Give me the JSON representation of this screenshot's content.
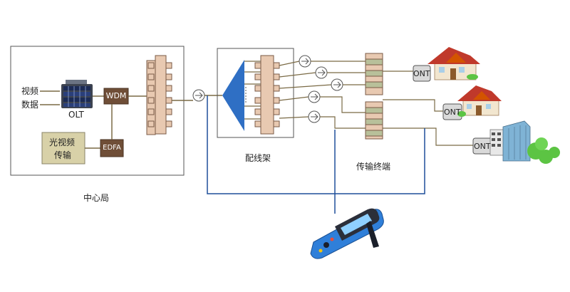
{
  "labels": {
    "video": "视频",
    "data": "数据",
    "olt": "OLT",
    "wdm": "WDM",
    "optical_video": "光视频",
    "transmission": "传输",
    "edfa": "EDFA",
    "central_office": "中心局",
    "distribution_frame": "配线架",
    "transmission_terminal": "传输终端",
    "ont_1": "ONT",
    "ont_2": "ONT",
    "ont_3": "ONT"
  },
  "colors": {
    "frame_border": "#555555",
    "connector_fill": "#e8c9b1",
    "connector_border": "#7a5a46",
    "wdm_fill": "#6f4e37",
    "edfa_fill": "#6f4e37",
    "source_fill": "#d8d1a8",
    "fiber_line": "#7a6a45",
    "test_line": "#1f4f9a",
    "splitter": "#2f6fc4",
    "ont_fill": "#d9d9d9",
    "roof": "#c0392b",
    "tree": "#5cc443",
    "otdr_body": "#2f7fd9"
  }
}
